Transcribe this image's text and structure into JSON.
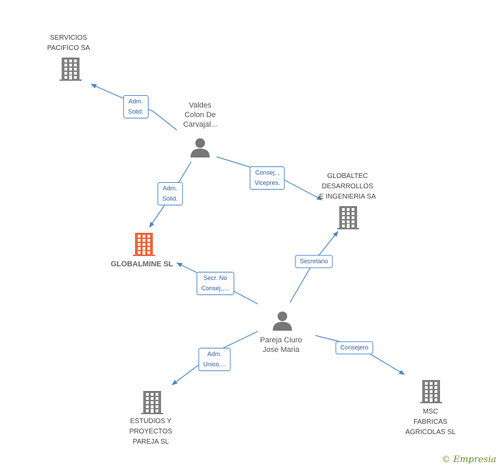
{
  "nodes": {
    "servicios": {
      "lines": [
        "SERVICIOS",
        "PACIFICO SA"
      ]
    },
    "valdes": {
      "lines": [
        "Valdes",
        "Colon De",
        "Carvajal..."
      ]
    },
    "globaltec": {
      "lines": [
        "GLOBALTEC",
        "DESARROLLOS",
        "E INGENIERIA SA"
      ]
    },
    "globalmine": {
      "lines": [
        "GLOBALMINE SL"
      ]
    },
    "pareja": {
      "lines": [
        "Pareja Ciuro",
        "Jose Maria"
      ]
    },
    "estudios": {
      "lines": [
        "ESTUDIOS Y",
        "PROYECTOS",
        "PAREJA SL"
      ]
    },
    "msc": {
      "lines": [
        "MSC",
        "FABRICAS",
        "AGRICOLAS SL"
      ]
    }
  },
  "edges": {
    "valdes_servicios": [
      "Adm.",
      "Solid."
    ],
    "valdes_globalmine": [
      "Adm.",
      "Solid."
    ],
    "valdes_globaltec": [
      "Consej. ,",
      "Vicepres."
    ],
    "pareja_globaltec": [
      "Secretario"
    ],
    "pareja_globalmine": [
      "Secr.  No",
      "Consej.,..."
    ],
    "pareja_estudios": [
      "Adm.",
      "Unico,..."
    ],
    "pareja_msc": [
      "Consejero"
    ]
  },
  "colors": {
    "edge": "#4a86c8",
    "company": "#808080",
    "center_company": "#f2643a",
    "person": "#777777"
  },
  "footer": {
    "copyright": "©",
    "brand": "Empresia"
  }
}
